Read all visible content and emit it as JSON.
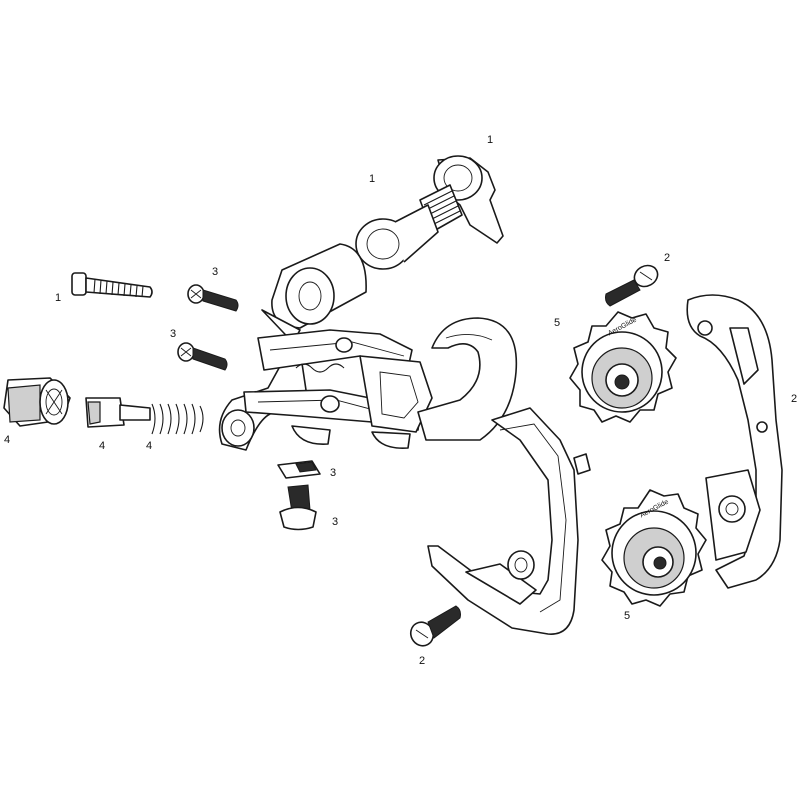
{
  "callouts": {
    "mount_bolt_small": "1",
    "b_bolt_outer": "1",
    "mount_bolt_long": "1",
    "pulley_bolt_upper": "2",
    "outer_cage_plate": "2",
    "pulley_bolt_lower": "2",
    "limit_screw_upper": "3",
    "limit_screw_lower": "3",
    "cable_clamp_top": "3",
    "cable_clamp_bottom": "3",
    "barrel_adjuster_cap": "4",
    "barrel_adjuster_body": "4",
    "barrel_spring": "4",
    "pulley_upper": "5",
    "pulley_lower": "5"
  },
  "pulley_brand": "AeroGlide",
  "colors": {
    "line": "#1a1a1a",
    "background": "#ffffff"
  }
}
